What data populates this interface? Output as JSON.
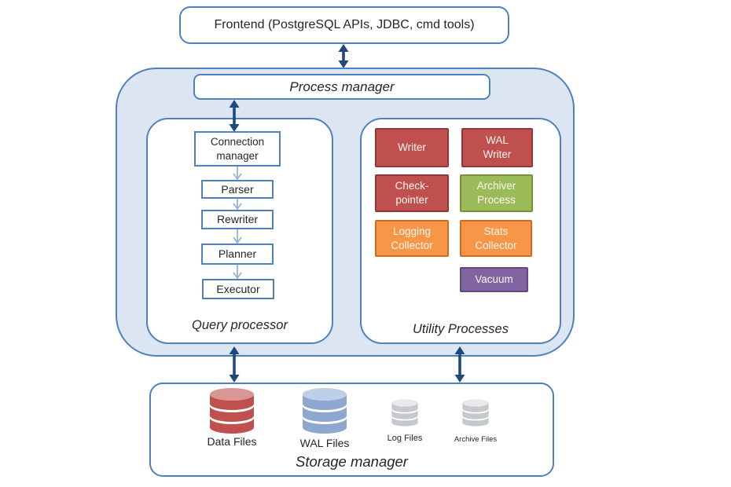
{
  "frontend": {
    "label": "Frontend (PostgreSQL APIs, JDBC, cmd tools)"
  },
  "process_manager": {
    "label": "Process manager"
  },
  "query_processor": {
    "title": "Query processor",
    "steps": [
      "Connection manager",
      "Parser",
      "Rewriter",
      "Planner",
      "Executor"
    ]
  },
  "utility_processes": {
    "title": "Utility Processes",
    "items": [
      {
        "label": "Writer",
        "fill": "#C0504D",
        "border": "#943634"
      },
      {
        "label": "WAL Writer",
        "fill": "#C0504D",
        "border": "#943634"
      },
      {
        "label": "Check-pointer",
        "fill": "#C0504D",
        "border": "#943634"
      },
      {
        "label": "Archiver Process",
        "fill": "#9BBB59",
        "border": "#76923C"
      },
      {
        "label": "Logging Collector",
        "fill": "#F79646",
        "border": "#D2691E"
      },
      {
        "label": "Stats Collector",
        "fill": "#F79646",
        "border": "#D2691E"
      },
      {
        "label": "Vacuum",
        "fill": "#8064A2",
        "border": "#604A7B"
      }
    ]
  },
  "storage_manager": {
    "title": "Storage manager",
    "files": [
      {
        "label": "Data Files",
        "fill": "#C0504D",
        "lid": "#D99694",
        "size": "large"
      },
      {
        "label": "WAL Files",
        "fill": "#8DA7D0",
        "lid": "#BDD0E7",
        "size": "large"
      },
      {
        "label": "Log Files",
        "fill": "#C6C9CB",
        "lid": "#E7E9EA",
        "size": "small"
      },
      {
        "label": "Archive Files",
        "fill": "#C6C9CB",
        "lid": "#E7E9EA",
        "size": "small"
      }
    ]
  },
  "colors": {
    "container_fill": "#DCE6F2",
    "container_border": "#4F81BD",
    "box_border": "#4F81BD",
    "arrow_dark": "#1F497D",
    "arrow_light": "#95B3D7",
    "label_text": "#262626"
  }
}
